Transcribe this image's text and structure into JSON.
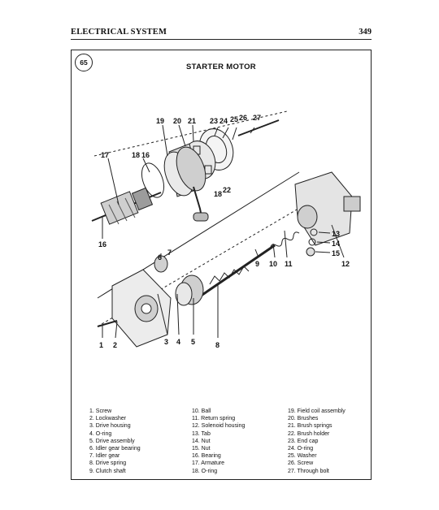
{
  "header": {
    "section_title": "ELECTRICAL SYSTEM",
    "page_number": "349"
  },
  "figure": {
    "number": "65",
    "title": "STARTER MOTOR",
    "callouts": {
      "c1": "1",
      "c2": "2",
      "c3": "3",
      "c4": "4",
      "c5": "5",
      "c6": "6",
      "c7": "7",
      "c8": "8",
      "c9": "9",
      "c10": "10",
      "c11": "11",
      "c12": "12",
      "c13": "13",
      "c14": "14",
      "c15": "15",
      "c16a": "16",
      "c16b": "16",
      "c17": "17",
      "c18a": "18",
      "c18b": "18",
      "c19": "19",
      "c20": "20",
      "c21": "21",
      "c22": "22",
      "c23": "23",
      "c24": "24",
      "c25": "25",
      "c26": "26",
      "c27": "27"
    },
    "legend": {
      "col1": [
        "1. Screw",
        "2. Lockwasher",
        "3. Drive housing",
        "4. O-ring",
        "5. Drive assembly",
        "6. Idler gear bearing",
        "7. Idler gear",
        "8. Drive spring",
        "9. Clutch shaft"
      ],
      "col2": [
        "10. Ball",
        "11. Return spring",
        "12. Solenoid housing",
        "13. Tab",
        "14. Nut",
        "15. Nut",
        "16. Bearing",
        "17. Armature",
        "18. O-ring"
      ],
      "col3": [
        "19. Field coil assembly",
        "20. Brushes",
        "21. Brush springs",
        "22. Brush holder",
        "23. End cap",
        "24. O-ring",
        "25. Washer",
        "26. Screw",
        "27. Through bolt"
      ]
    }
  }
}
